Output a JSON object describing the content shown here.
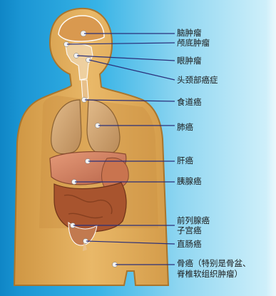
{
  "labels": {
    "brain_tumor": "脑肿瘤",
    "skull_base_tumor": "颅底肿瘤",
    "eye_tumor": "眼肿瘤",
    "head_neck_cancer": "头颈部癌症",
    "esophageal_cancer": "食道癌",
    "lung_cancer": "肺癌",
    "liver_cancer": "肝癌",
    "pancreatic_cancer": "胰腺癌",
    "prostate_cancer": "前列腺癌",
    "cervical_cancer": "子宫癌",
    "rectal_cancer": "直肠癌",
    "bone_cancer_line1": "骨癌（特别是骨盆、",
    "bone_cancer_line2": "脊椎软组织肿瘤）"
  },
  "colors": {
    "skin": "#e3ad5e",
    "skin_edge": "#a8752d",
    "lungs": "#d2a673",
    "liver": "#d88262",
    "intestine": "#a8542e",
    "pointer": "#2a2f7a",
    "dot": "#f2f2f2"
  }
}
